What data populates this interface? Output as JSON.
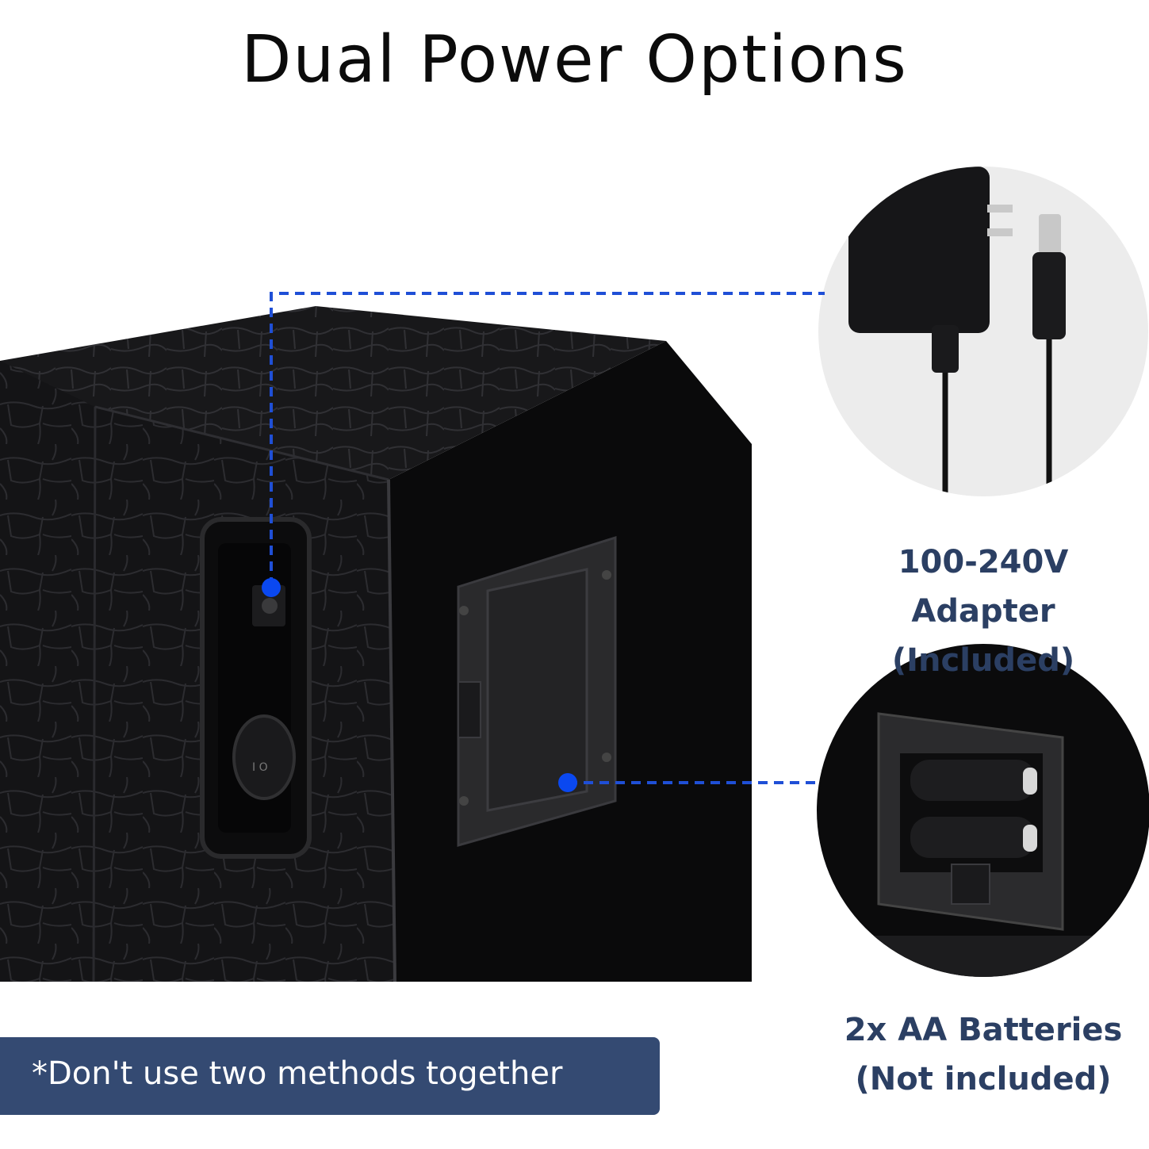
{
  "title": "Dual Power Options",
  "adapter_label": {
    "line1": "100-240V Adapter",
    "line2": "(Included)"
  },
  "battery_label": {
    "line1": "2x AA Batteries",
    "line2": "(Not included)"
  },
  "note": "*Don't use two methods together",
  "colors": {
    "callout_line": "#1f4fd6",
    "callout_dot": "#0a48f0",
    "label_text": "#2b3f63",
    "note_bg": "#344a72",
    "inset_bg": "#ececec"
  },
  "icons": [
    "power-jack-icon",
    "rocker-switch-icon",
    "battery-cover-icon",
    "ac-adapter-icon",
    "aa-battery-icon"
  ]
}
